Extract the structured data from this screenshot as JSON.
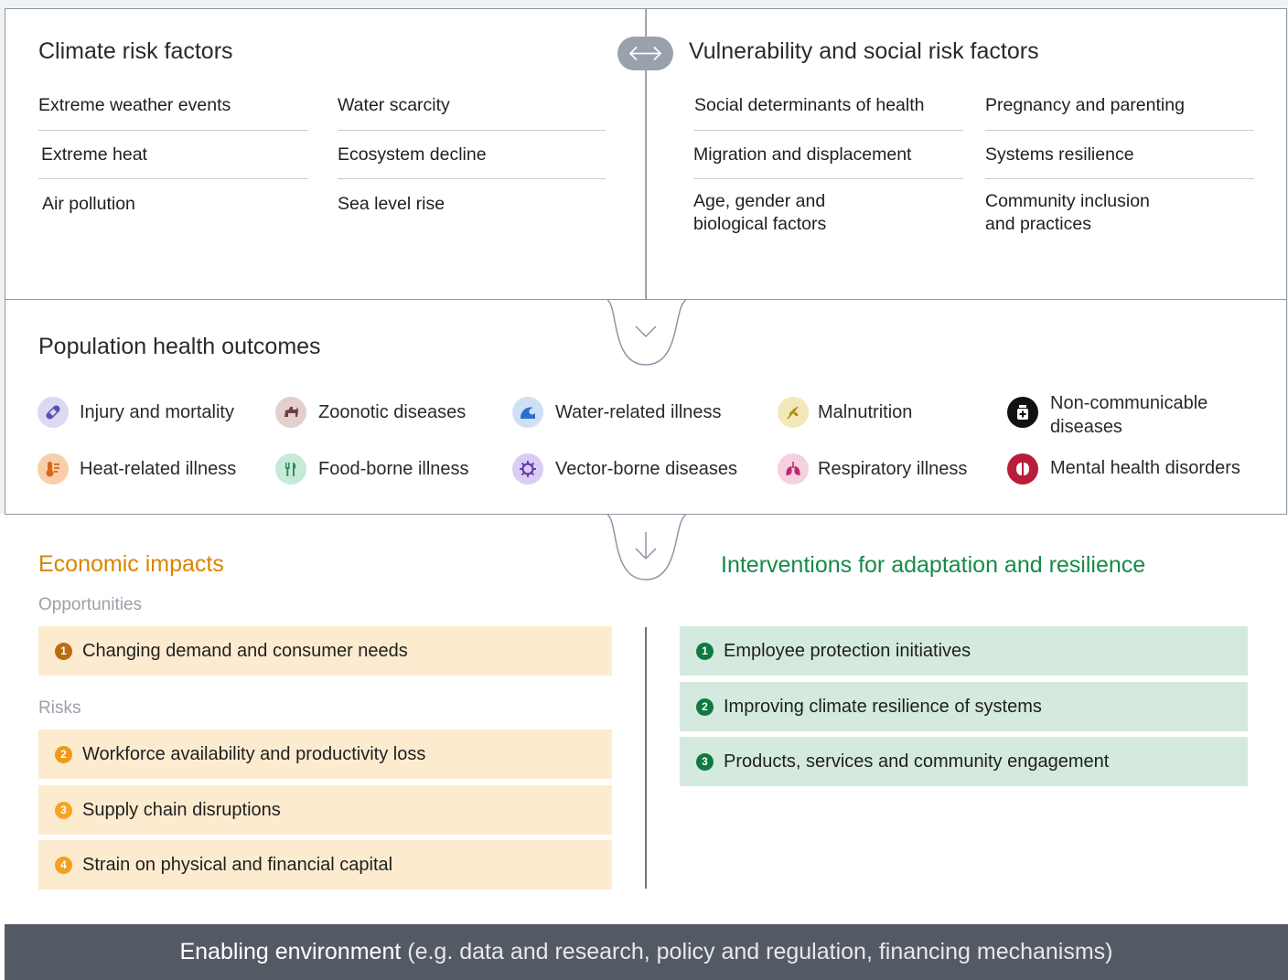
{
  "climate": {
    "title": "Climate risk factors",
    "items": [
      "Extreme weather events",
      "Water scarcity",
      "Extreme heat",
      "Ecosystem decline",
      "Air pollution",
      "Sea level rise"
    ]
  },
  "vulnerability": {
    "title": "Vulnerability and social risk factors",
    "items": [
      "Social determinants of health",
      "Pregnancy and parenting",
      "Migration and displacement",
      "Systems resilience",
      "Age, gender and\nbiological factors",
      "Community inclusion\nand practices"
    ]
  },
  "population": {
    "title": "Population health outcomes",
    "outcomes": [
      {
        "label": "Injury and mortality",
        "icon": "bandage-icon",
        "color": "#6c5fc7",
        "bg": "#dcd9f3"
      },
      {
        "label": "Zoonotic diseases",
        "icon": "animal-icon",
        "color": "#7a4a4a",
        "bg": "#e4cfcf"
      },
      {
        "label": "Water-related illness",
        "icon": "water-wave-icon",
        "color": "#2a6fd1",
        "bg": "#cfe0f6"
      },
      {
        "label": "Malnutrition",
        "icon": "wheat-icon",
        "color": "#b89a1e",
        "bg": "#f3e8b8"
      },
      {
        "label": "Non-communicable\ndiseases",
        "icon": "medicine-bottle-icon",
        "color": "#111111",
        "bg": "#111111"
      },
      {
        "label": "Heat-related illness",
        "icon": "thermometer-icon",
        "color": "#d7671c",
        "bg": "#f8cfa8"
      },
      {
        "label": "Food-borne illness",
        "icon": "fork-knife-icon",
        "color": "#2f8f63",
        "bg": "#c7ead8"
      },
      {
        "label": "Vector-borne diseases",
        "icon": "virus-icon",
        "color": "#6a3fc2",
        "bg": "#dacdf3"
      },
      {
        "label": "Respiratory illness",
        "icon": "lungs-icon",
        "color": "#c4337c",
        "bg": "#f6cfe1"
      },
      {
        "label": "Mental health disorders",
        "icon": "brain-icon",
        "color": "#b81e3a",
        "bg": "#b81e3a"
      }
    ]
  },
  "economic": {
    "title": "Economic impacts",
    "opportunities_label": "Opportunities",
    "risks_label": "Risks",
    "opportunities": [
      {
        "num": "1",
        "label": "Changing demand and consumer needs",
        "color": "#b86d12"
      }
    ],
    "risks": [
      {
        "num": "2",
        "label": "Workforce availability and productivity loss",
        "color": "#ef9a1a"
      },
      {
        "num": "3",
        "label": "Supply chain disruptions",
        "color": "#f5a623"
      },
      {
        "num": "4",
        "label": "Strain on physical and financial capital",
        "color": "#f2a01e"
      }
    ]
  },
  "interventions": {
    "title": "Interventions for adaptation and resilience",
    "items": [
      {
        "num": "1",
        "label": "Employee protection initiatives"
      },
      {
        "num": "2",
        "label": "Improving climate resilience of systems"
      },
      {
        "num": "3",
        "label": "Products, services and community engagement"
      }
    ]
  },
  "footer": {
    "bold": "Enabling environment",
    "rest": " (e.g. data and research, policy and regulation, financing mechanisms)"
  },
  "colors": {
    "economic": "#d98500",
    "interventions": "#168a4a",
    "border": "#8d95a5",
    "footer_bg": "#545a64"
  }
}
